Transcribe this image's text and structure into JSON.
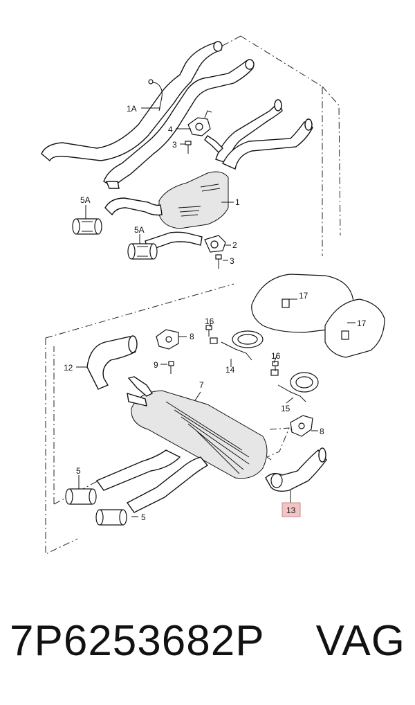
{
  "callouts": {
    "c1A": "1A",
    "c4": "4",
    "c3a": "3",
    "c5Aa": "5A",
    "c5Ab": "5A",
    "c1": "1",
    "c2": "2",
    "c3b": "3",
    "c17a": "17",
    "c17b": "17",
    "c16a": "16",
    "c8a": "8",
    "c12": "12",
    "c9": "9",
    "c14": "14",
    "c16b": "16",
    "c7": "7",
    "c15": "15",
    "c8b": "8",
    "c5a": "5",
    "c5b": "5",
    "c13": "13"
  },
  "highlight_color": "#f2c4c4",
  "footer": {
    "part_number": "7P6253682P",
    "brand": "VAG"
  }
}
